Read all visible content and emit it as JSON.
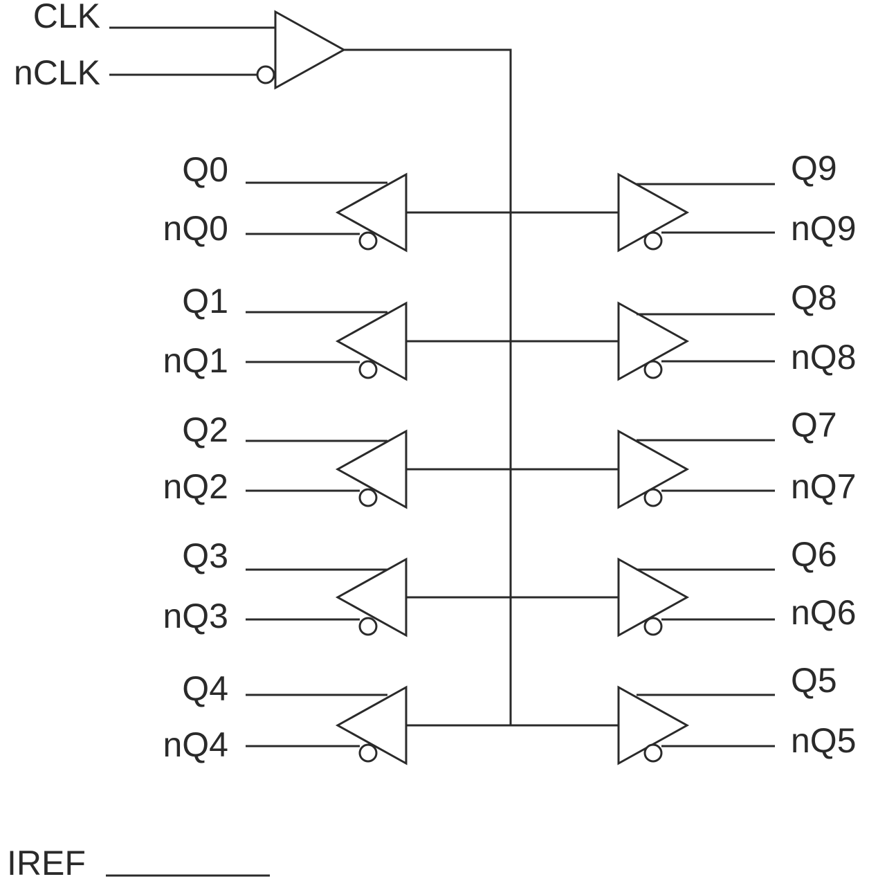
{
  "input_labels": {
    "clk": "CLK",
    "nclk": "nCLK",
    "iref": "IREF"
  },
  "left_outputs": [
    {
      "q": "Q0",
      "nq": "nQ0"
    },
    {
      "q": "Q1",
      "nq": "nQ1"
    },
    {
      "q": "Q2",
      "nq": "nQ2"
    },
    {
      "q": "Q3",
      "nq": "nQ3"
    },
    {
      "q": "Q4",
      "nq": "nQ4"
    }
  ],
  "right_outputs": [
    {
      "q": "Q9",
      "nq": "nQ9"
    },
    {
      "q": "Q8",
      "nq": "nQ8"
    },
    {
      "q": "Q7",
      "nq": "nQ7"
    },
    {
      "q": "Q6",
      "nq": "nQ6"
    },
    {
      "q": "Q5",
      "nq": "nQ5"
    }
  ]
}
